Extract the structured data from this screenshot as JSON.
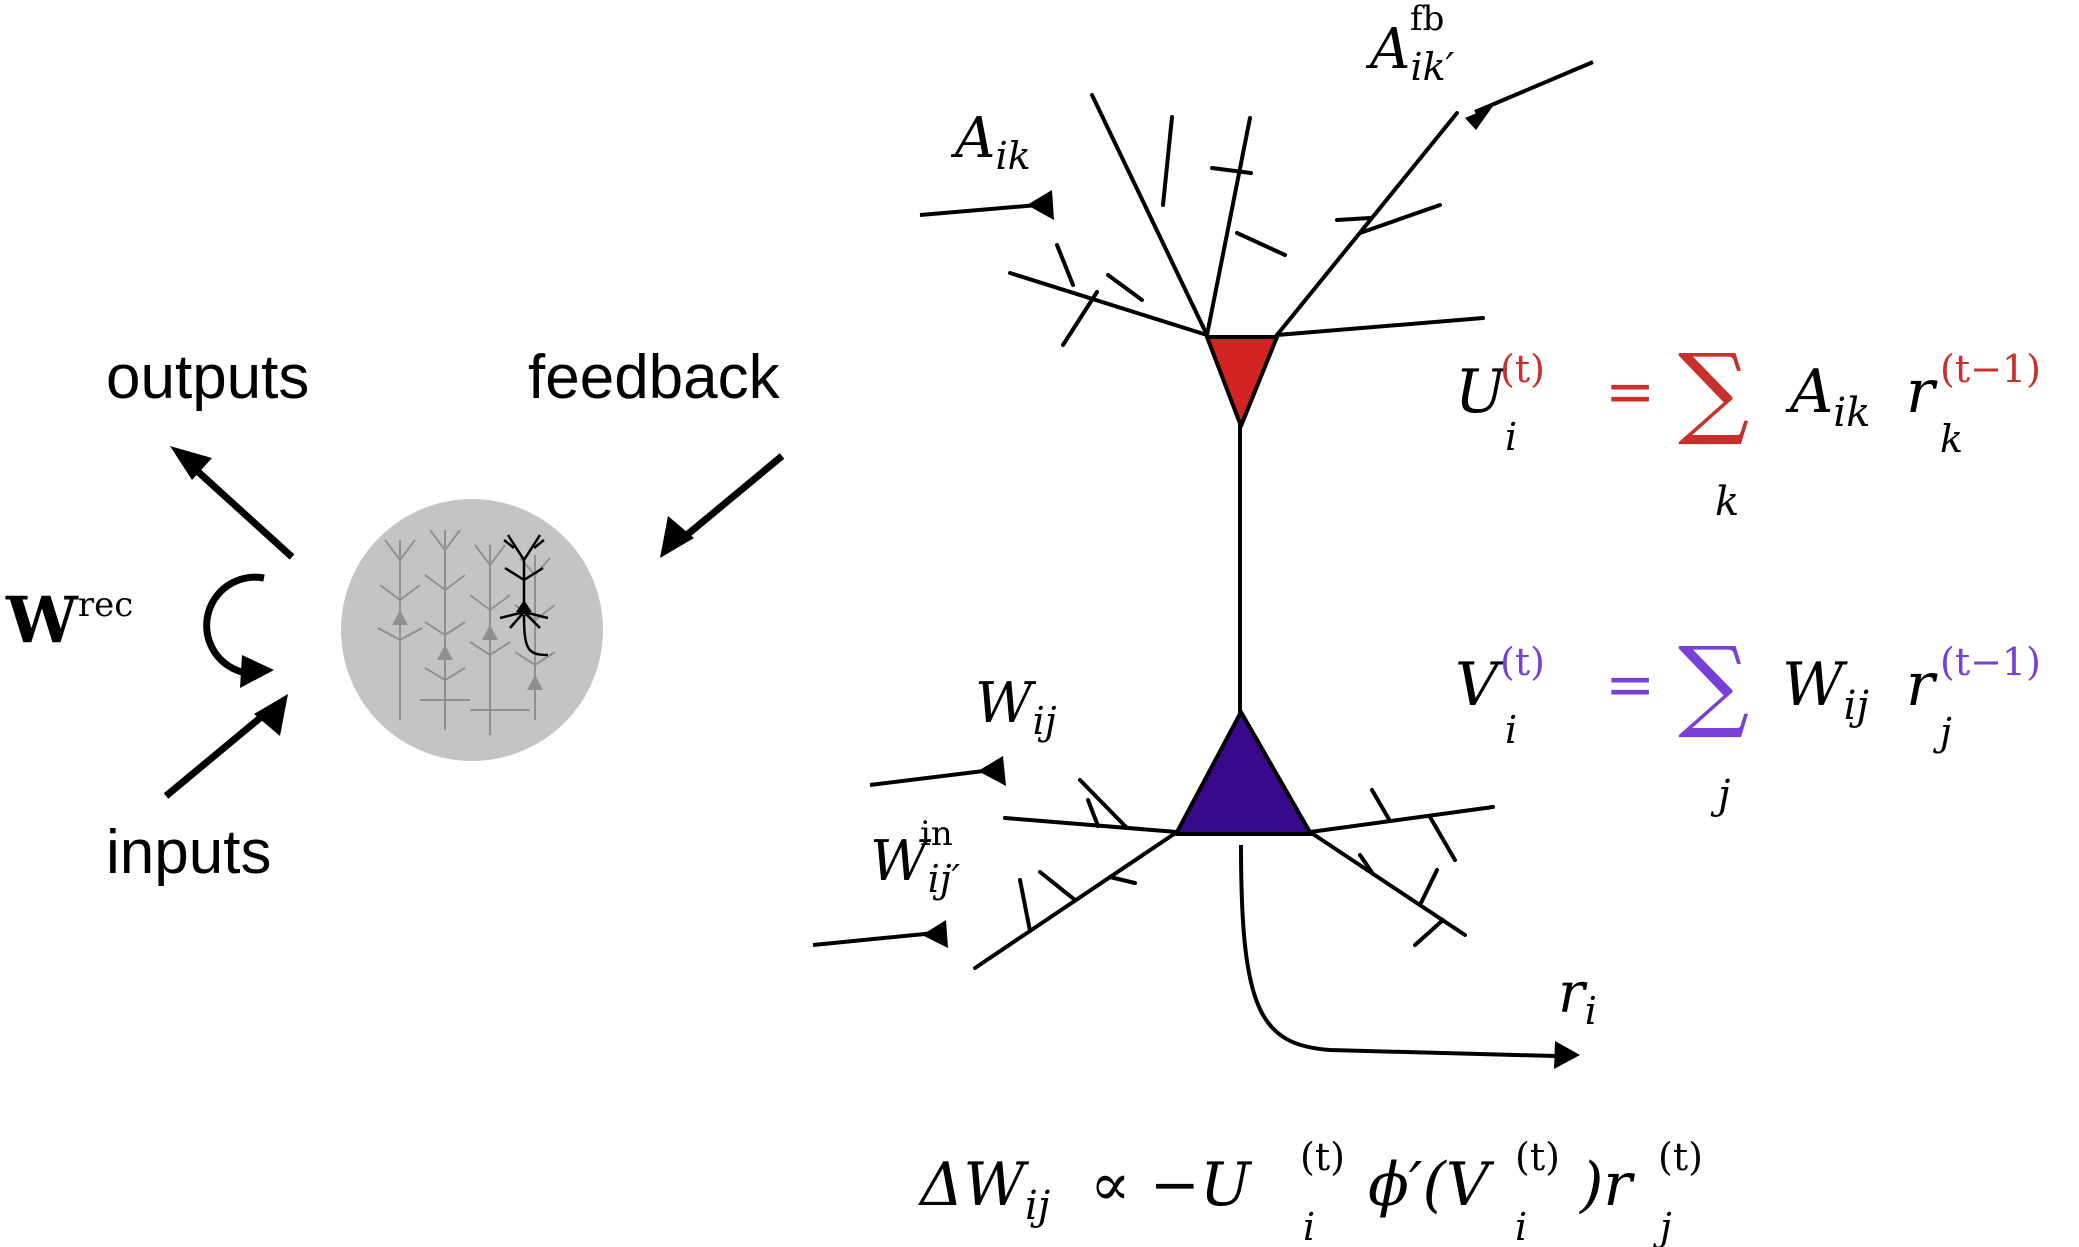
{
  "labels": {
    "outputs": "outputs",
    "feedback": "feedback",
    "inputs": "inputs",
    "w_rec_base": "W",
    "w_rec_sup": "rec",
    "a_fb_base": "A",
    "a_fb_sub": "ik′",
    "a_fb_sup": "fb",
    "a_ik_base": "A",
    "a_ik_sub": "ik",
    "w_ij_base": "W",
    "w_ij_sub": "ij",
    "w_in_base": "W",
    "w_in_sub": "ij′",
    "w_in_sup": "in",
    "r_i_base": "r",
    "r_i_sub": "i"
  },
  "equations": {
    "u": {
      "lhs": "U",
      "lhs_sub": "i",
      "lhs_sup": "(t)",
      "eq": "=",
      "sum": "∑",
      "sum_index": "k",
      "term": "A",
      "term_sub": "ik",
      "r": "r",
      "r_sub": "k",
      "r_sup": "(t−1)"
    },
    "v": {
      "lhs": "V",
      "lhs_sub": "i",
      "lhs_sup": "(t)",
      "eq": "=",
      "sum": "∑",
      "sum_index": "j",
      "term": "W",
      "term_sub": "ij",
      "r": "r",
      "r_sub": "j",
      "r_sup": "(t−1)"
    },
    "delta": {
      "p1": "ΔW",
      "p1_sub": "ij",
      "p2": " ∝ −U",
      "p2_sub": "i",
      "p2_sup": "(t)",
      "p3": "ϕ′(V",
      "p3_sub": "i",
      "p3_sup": "(t)",
      "p4": ")r",
      "p4_sub": "j",
      "p4_sup": "(t)"
    }
  },
  "colors": {
    "apical_soma": "#d42323",
    "basal_soma": "#38098a",
    "u_equation": "#c9302c",
    "v_equation": "#7a3fd6",
    "network_circle": "#c4c4c4",
    "ink": "#000000"
  }
}
